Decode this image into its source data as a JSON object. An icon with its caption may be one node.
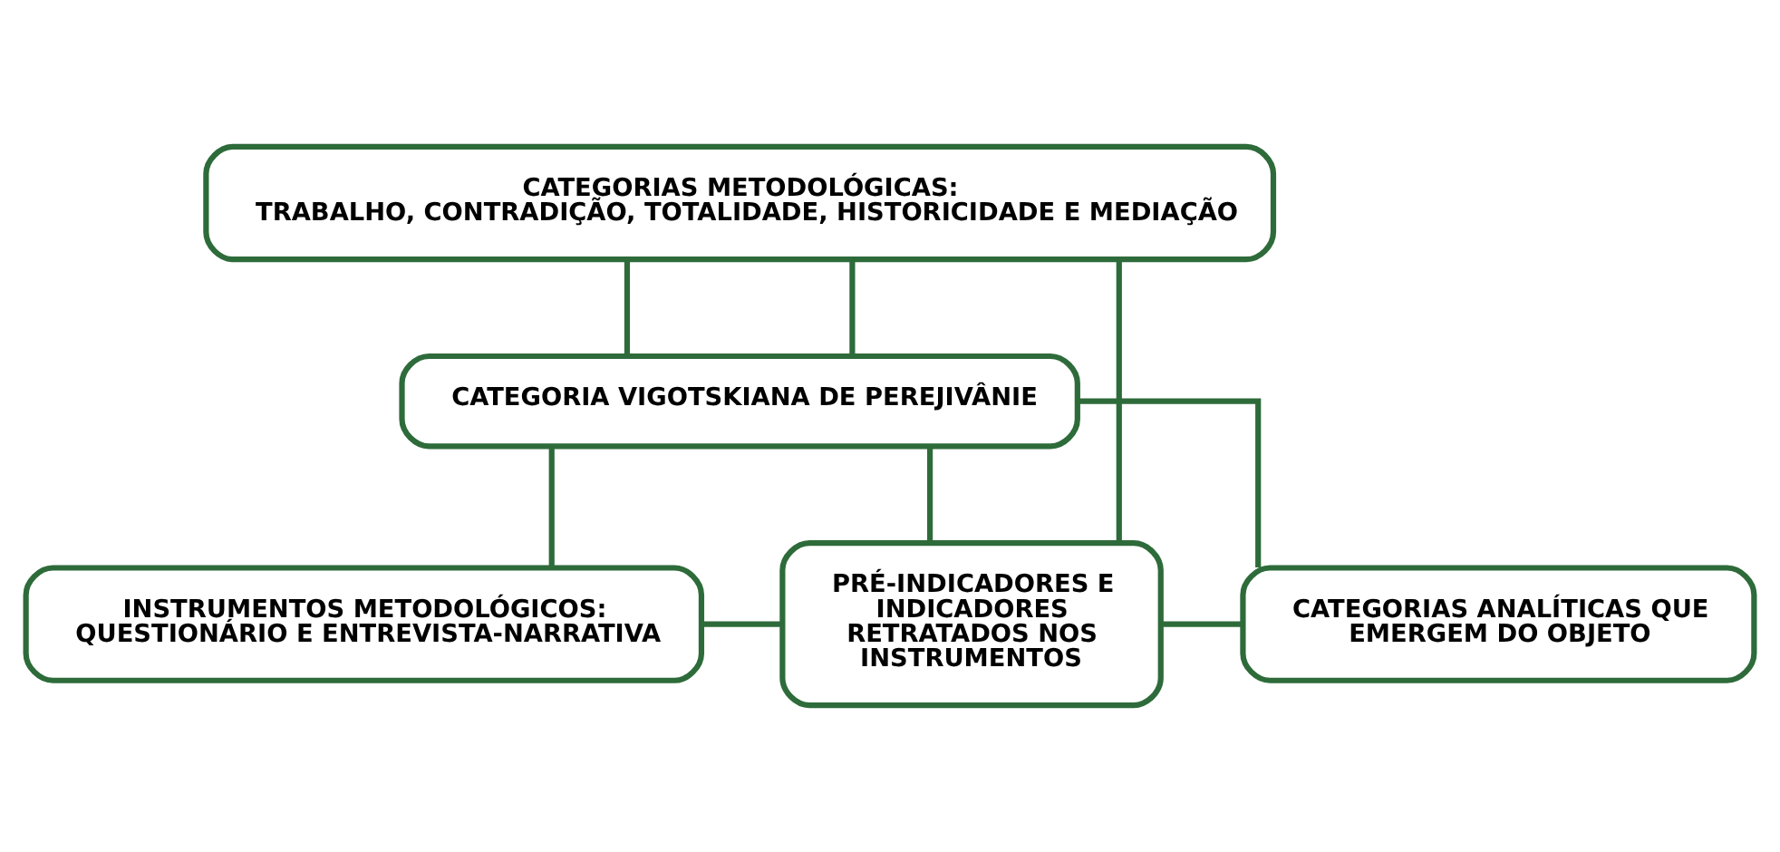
{
  "diagram": {
    "nodes": [
      {
        "text": [
          "CATEGORIAS METODOLÓGICAS:",
          "TRABALHO, CONTRADIÇÃO, TOTALIDADE, HISTORICIDADE E MEDIAÇÃO"
        ]
      },
      {
        "text": [
          "CATEGORIA VIGOTSKIANA DE PEREJIVÂNIE"
        ]
      },
      {
        "text": [
          "INSTRUMENTOS METODOLÓGICOS:",
          "QUESTIONÁRIO E ENTREVISTA-NARRATIVA"
        ]
      },
      {
        "text": [
          "PRÉ-INDICADORES E INDICADORES RETRATADOS NOS INSTRUMENTOS"
        ]
      },
      {
        "text": [
          "CATEGORIAS ANALÍTICAS QUE EMERGEM DO OBJETO"
        ]
      }
    ],
    "edges": [
      {
        "from": 0,
        "to": 1,
        "arrow": "none"
      },
      {
        "from": 0,
        "to": 1,
        "arrow": "none"
      },
      {
        "from": 0,
        "to": 3,
        "arrow": "none"
      },
      {
        "from": 1,
        "to": 2,
        "arrow": "none"
      },
      {
        "from": 1,
        "to": 3,
        "arrow": "none"
      },
      {
        "from": 1,
        "to": 4,
        "arrow": "none"
      },
      {
        "from": 3,
        "to": 4,
        "arrow": "none"
      },
      {
        "from": 2,
        "to": 3,
        "arrow": "none"
      }
    ]
  }
}
